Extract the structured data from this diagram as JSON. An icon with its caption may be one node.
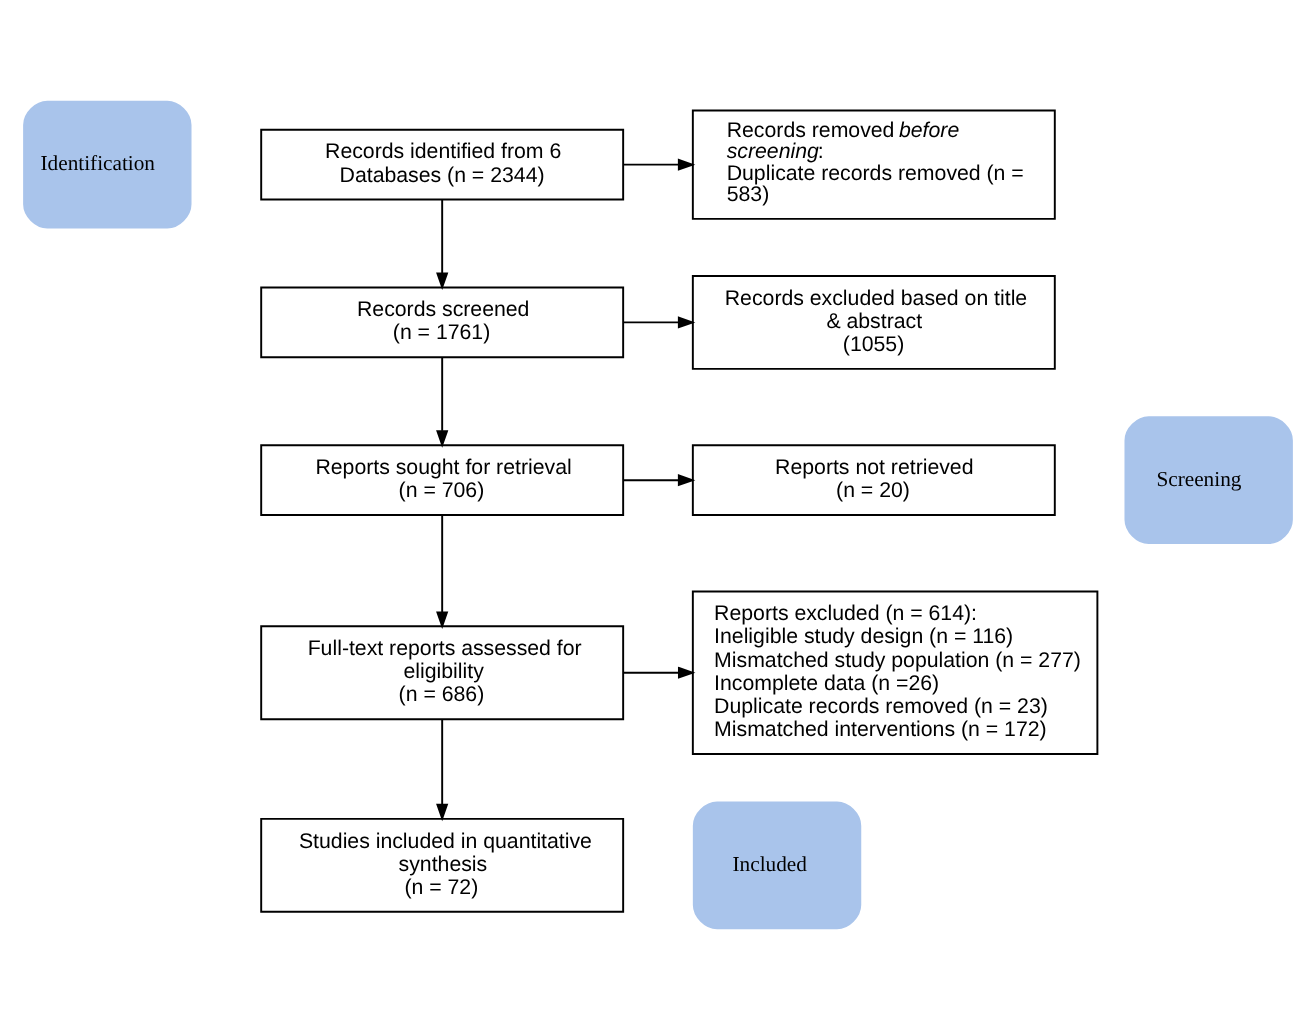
{
  "diagram": {
    "nodes": [
      {
        "text": [
          "Identification"
        ]
      },
      {
        "text": [
          "Records identified from 6 Databases (n = 2344)"
        ]
      },
      {
        "text": [
          "Records removed *before screening*:",
          "Duplicate records removed (n = 583)"
        ]
      },
      {
        "text": [
          "Screening"
        ]
      },
      {
        "text": [
          "Records screened",
          "(n = 1761)"
        ]
      },
      {
        "text": [
          "Records excluded based on title & abstract",
          "(1055)"
        ]
      },
      {
        "text": [
          "Reports sought for retrieval",
          "(n = 706)"
        ]
      },
      {
        "text": [
          "Reports not retrieved",
          "(n = 20)"
        ]
      },
      {
        "text": [
          "Full-text reports assessed for eligibility",
          "(n = 686)"
        ]
      },
      {
        "text": [
          "Reports excluded (n = 614):",
          "Ineligible study design (n = 116)",
          "Mismatched study population (n = 277)",
          "Incomplete data (n =26)",
          "Duplicate records removed (n = 23)",
          "Mismatched interventions (n = 172)"
        ]
      },
      {
        "text": [
          "Included"
        ]
      },
      {
        "text": [
          "Studies included in quantitative synthesis",
          "(n = 72)"
        ]
      }
    ],
    "edges": [
      {
        "from": 1,
        "to": 2,
        "arrow": "to"
      },
      {
        "from": 1,
        "to": 4,
        "arrow": "to"
      },
      {
        "from": 4,
        "to": 5,
        "arrow": "to"
      },
      {
        "from": 4,
        "to": 6,
        "arrow": "to"
      },
      {
        "from": 6,
        "to": 7,
        "arrow": "to"
      },
      {
        "from": 6,
        "to": 8,
        "arrow": "to"
      },
      {
        "from": 8,
        "to": 9,
        "arrow": "to"
      },
      {
        "from": 8,
        "to": 11,
        "arrow": "to"
      }
    ]
  }
}
